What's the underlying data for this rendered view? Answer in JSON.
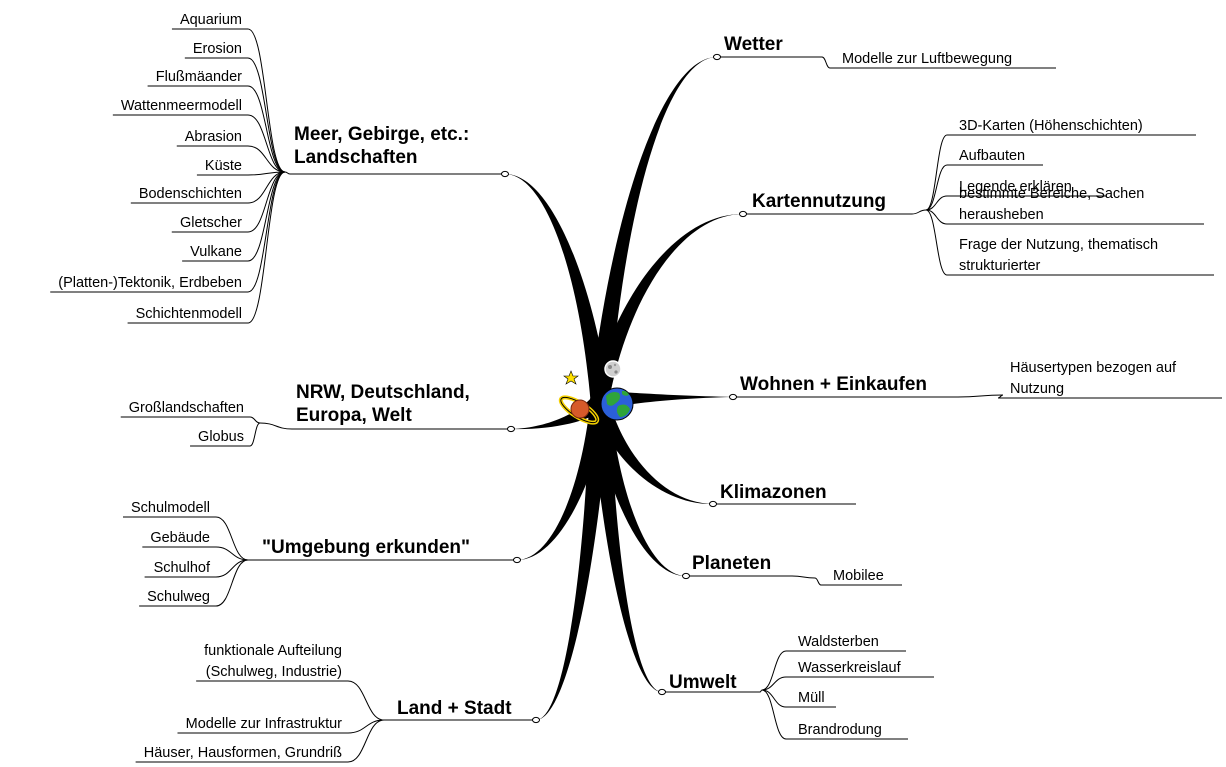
{
  "branches": [
    {
      "id": "wetter",
      "lines": [
        "Wetter"
      ],
      "leaves": [
        {
          "lines": [
            "Modelle zur Luftbewegung"
          ]
        }
      ]
    },
    {
      "id": "kartennutzung",
      "lines": [
        "Kartennutzung"
      ],
      "leaves": [
        {
          "lines": [
            "3D-Karten (Höhenschichten)"
          ]
        },
        {
          "lines": [
            "Aufbauten"
          ]
        },
        {
          "lines": [
            "Legende erklären"
          ]
        },
        {
          "lines": [
            "bestimmte Bereiche, Sachen",
            "herausheben"
          ]
        },
        {
          "lines": [
            "Frage der Nutzung, thematisch",
            "strukturierter"
          ]
        }
      ]
    },
    {
      "id": "wohnen",
      "lines": [
        "Wohnen + Einkaufen"
      ],
      "leaves": [
        {
          "lines": [
            "Häusertypen bezogen auf",
            "Nutzung"
          ]
        }
      ]
    },
    {
      "id": "klimazonen",
      "lines": [
        "Klimazonen"
      ],
      "leaves": []
    },
    {
      "id": "planeten",
      "lines": [
        "Planeten"
      ],
      "leaves": [
        {
          "lines": [
            "Mobilee"
          ]
        }
      ]
    },
    {
      "id": "umwelt",
      "lines": [
        "Umwelt"
      ],
      "leaves": [
        {
          "lines": [
            "Waldsterben"
          ]
        },
        {
          "lines": [
            "Wasserkreislauf"
          ]
        },
        {
          "lines": [
            "Müll"
          ]
        },
        {
          "lines": [
            "Brandrodung"
          ]
        }
      ]
    },
    {
      "id": "landschaften",
      "lines": [
        "Meer, Gebirge, etc.:",
        "Landschaften"
      ],
      "leaves": [
        {
          "lines": [
            "Aquarium"
          ]
        },
        {
          "lines": [
            "Erosion"
          ]
        },
        {
          "lines": [
            "Flußmäander"
          ]
        },
        {
          "lines": [
            "Wattenmeermodell"
          ]
        },
        {
          "lines": [
            "Abrasion"
          ]
        },
        {
          "lines": [
            "Küste"
          ]
        },
        {
          "lines": [
            "Bodenschichten"
          ]
        },
        {
          "lines": [
            "Gletscher"
          ]
        },
        {
          "lines": [
            "Vulkane"
          ]
        },
        {
          "lines": [
            "(Platten-)Tektonik, Erdbeben"
          ]
        },
        {
          "lines": [
            "Schichtenmodell"
          ]
        }
      ]
    },
    {
      "id": "nrw",
      "lines": [
        "NRW, Deutschland,",
        "Europa, Welt"
      ],
      "leaves": [
        {
          "lines": [
            "Großlandschaften"
          ]
        },
        {
          "lines": [
            "Globus"
          ]
        }
      ]
    },
    {
      "id": "umgebung",
      "lines": [
        "\"Umgebung erkunden\""
      ],
      "leaves": [
        {
          "lines": [
            "Schulmodell"
          ]
        },
        {
          "lines": [
            "Gebäude"
          ]
        },
        {
          "lines": [
            "Schulhof"
          ]
        },
        {
          "lines": [
            "Schulweg"
          ]
        }
      ]
    },
    {
      "id": "landstadt",
      "lines": [
        "Land + Stadt"
      ],
      "leaves": [
        {
          "lines": [
            "funktionale Aufteilung",
            "(Schulweg, Industrie)"
          ]
        },
        {
          "lines": [
            "Modelle zur Infrastruktur"
          ]
        },
        {
          "lines": [
            "Häuser, Hausformen, Grundriß"
          ]
        }
      ]
    }
  ],
  "center": {
    "icons": [
      "planet-icon",
      "star-icon",
      "moon-icon",
      "globe-icon"
    ]
  }
}
